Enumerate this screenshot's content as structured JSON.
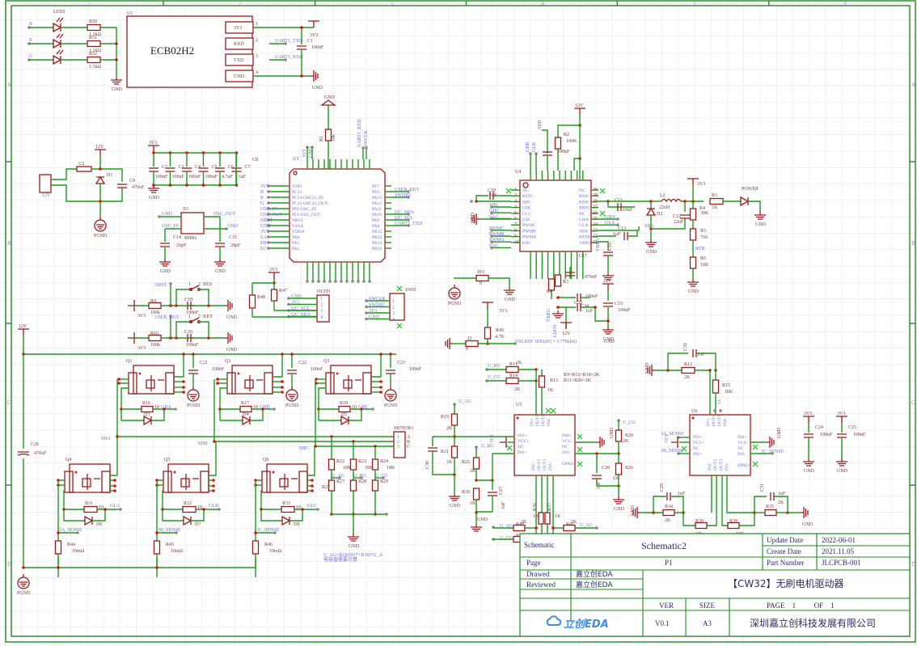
{
  "sheet": {
    "zones_top": [
      "1",
      "2",
      "3",
      "4",
      "5",
      "6"
    ],
    "zones_side": [
      "A",
      "B",
      "C",
      "D"
    ]
  },
  "title_block": {
    "schematic_label": "Schematic",
    "schematic_name": "Schematic2",
    "update_date_label": "Update Date",
    "update_date": "2022-06-01",
    "create_date_label": "Create Date",
    "create_date": "2021.11.05",
    "part_number_label": "Part Number",
    "part_number": "JLCPCB-001",
    "page_label": "Page",
    "page_value": "P1",
    "drawed_label": "Drawed",
    "drawed_value": "嘉立创EDA",
    "reviewed_label": "Reviewed",
    "reviewed_value": "嘉立创EDA",
    "project_title": "【CW32】无刷电机驱动器",
    "ver_label": "VER",
    "ver_value": "V0.1",
    "size_label": "SIZE",
    "size_value": "A3",
    "page_of": "PAGE    1          OF    1",
    "company": "深圳嘉立创科技发展有限公司",
    "logo_text": "立创EDA",
    "logo_icon": "cloud-icon"
  },
  "u1": {
    "ref": "U1",
    "name": "ECB02H2",
    "pins": [
      {
        "num": "1",
        "name": "3V3"
      },
      {
        "num": "2",
        "name": "RXD"
      },
      {
        "num": "3",
        "name": "TXD"
      },
      {
        "num": "4",
        "name": "GND"
      }
    ],
    "nets": [
      "UART1_TXD",
      "UART1_RXD"
    ],
    "c1": {
      "ref": "C1",
      "val": "100nF"
    },
    "pwr": "3V3",
    "gnd": "GND"
  },
  "leds": {
    "ref": "LED2",
    "nets": [
      "B",
      "R",
      "G"
    ],
    "res": [
      {
        "ref": "R50",
        "val": "1.1kΩ"
      },
      {
        "ref": "R51",
        "val": "1.1kΩ"
      },
      {
        "ref": "R52",
        "val": "1.1kΩ"
      }
    ],
    "gnd": "GND"
  },
  "power_in": {
    "conn": "12V",
    "fuse": "U2",
    "diode": "D1",
    "cap": {
      "ref": "C9",
      "val": "470uF"
    },
    "rail": "12V",
    "pgnd": "PGND"
  },
  "decoupling": {
    "rail": "3V3",
    "caps": [
      {
        "ref": "C2",
        "val": "100nF"
      },
      {
        "ref": "C3",
        "val": "100nF"
      },
      {
        "ref": "C4",
        "val": "100nF"
      },
      {
        "ref": "C5",
        "val": "100nF"
      },
      {
        "ref": "C6",
        "val": "4.7uF"
      },
      {
        "ref": "C7",
        "val": "1uF"
      }
    ],
    "extra": "C8",
    "gnd": "GND"
  },
  "crystal": {
    "ref": "X1",
    "val": "8MHz",
    "nets": [
      "GND",
      "OSC_IN",
      "OSC_OUT",
      "GND"
    ],
    "c14": {
      "ref": "C14",
      "val": "20pF"
    },
    "c15": {
      "ref": "C15",
      "val": "20pF"
    },
    "gnd": "GND"
  },
  "mcu": {
    "ref": "U3",
    "r1": {
      "ref": "R1",
      "val": "10k"
    },
    "gnd": "GND",
    "left_pins": [
      {
        "net": "3V3",
        "name": "VDD"
      },
      {
        "net": "B",
        "name": "PC13"
      },
      {
        "net": "R",
        "name": "PC14-OSC32_IN"
      },
      {
        "net": "G",
        "name": "PC15-OSC32_OUT"
      },
      {
        "net": "OSC_IN",
        "name": "PF0-OSC_IN"
      },
      {
        "net": "OSC_OUT",
        "name": "PF1-OSC_OUT"
      },
      {
        "net": "NRST",
        "name": "NRST"
      },
      {
        "net": "GND",
        "name": "VSSA"
      },
      {
        "net": "3V3",
        "name": "VDDA"
      },
      {
        "net": "EA",
        "name": "PA0"
      },
      {
        "net": "EB",
        "name": "PA1"
      },
      {
        "net": "EC",
        "name": "PA2"
      }
    ],
    "right_pins": [
      {
        "name": "PF7",
        "net": ""
      },
      {
        "name": "PF6",
        "net": "USER_KEY"
      },
      {
        "name": "PA13",
        "net": "SWDIO"
      },
      {
        "name": "PA12",
        "net": ""
      },
      {
        "name": "PA11",
        "net": ""
      },
      {
        "name": "PA10",
        "net": "I2C_SDA"
      },
      {
        "name": "PA9",
        "net": "I2C_SCL"
      },
      {
        "name": "PA8",
        "net": "UART1_TXD"
      },
      {
        "name": "PB15",
        "net": ""
      },
      {
        "name": "PB14",
        "net": ""
      },
      {
        "name": "PB13",
        "net": ""
      },
      {
        "name": "PB12",
        "net": ""
      }
    ],
    "top_nets": [
      "3V3",
      "GND",
      "UART1_RXD",
      "SWCLK"
    ]
  },
  "reset": {
    "net": "NRST",
    "sw": "RES",
    "r": {
      "ref": "R9",
      "val": "100k"
    },
    "c": {
      "ref": "C18",
      "val": "100nF"
    },
    "pwr": "3V3",
    "gnd": "GND"
  },
  "userkey": {
    "net": "USER_KEY",
    "sw": "KEY",
    "r": {
      "ref": "R10",
      "val": "100k"
    },
    "c": {
      "ref": "C20",
      "val": "100nF"
    },
    "pwr": "3V3",
    "gnd": "GND"
  },
  "oled": {
    "ref": "OLED",
    "r47": "R47",
    "r48": "R48",
    "pwr": "3V3",
    "pins": [
      "GND",
      "3V3",
      "I2C_SCL",
      "I2C_SDA"
    ]
  },
  "swd": {
    "ref": "SWD",
    "pins": [
      "SWCLK",
      "SWDIO",
      "3V3",
      "GND"
    ]
  },
  "driver": {
    "ref": "U4",
    "r2": {
      "ref": "R2",
      "val": "100K"
    },
    "rail": "12V",
    "cap_top": "100nF",
    "left_pins": [
      {
        "n": "1",
        "name": "NC"
      },
      {
        "n": "2",
        "name": "BSTC"
      },
      {
        "n": "3",
        "name": "SHC"
      },
      {
        "n": "4",
        "name": "GHC"
      },
      {
        "n": "5",
        "name": "GLC"
      },
      {
        "n": "6",
        "name": "LSS"
      },
      {
        "n": "7",
        "name": "PWMC"
      },
      {
        "n": "8",
        "name": "PWMB"
      },
      {
        "n": "9",
        "name": "PWMA"
      },
      {
        "n": "10",
        "name": "ENC"
      }
    ],
    "left_nets": [
      "SHC",
      "GHC",
      "GLC",
      "",
      "PWMC",
      "PWMB",
      "PWMA",
      "ENC"
    ],
    "right_pins": [
      {
        "n": "30",
        "name": "NC"
      },
      {
        "n": "29",
        "name": "BSW"
      },
      {
        "n": "28",
        "name": "BSW"
      },
      {
        "n": "27",
        "name": "RBST"
      },
      {
        "n": "26",
        "name": "NC"
      },
      {
        "n": "25",
        "name": "GHA"
      },
      {
        "n": "24",
        "name": "GLA"
      },
      {
        "n": "23",
        "name": "SHA"
      },
      {
        "n": "22",
        "name": "BSTA"
      },
      {
        "n": "21",
        "name": "VREG"
      }
    ],
    "right_nets": [
      "GHA",
      "GLA"
    ],
    "c10": {
      "ref": "C10",
      "val": "1uF"
    },
    "c11": {
      "ref": "C11",
      "val": "10uF"
    },
    "c13": {
      "ref": "C13",
      "val": "1uF"
    },
    "c16": "C16",
    "c17": {
      "ref": "C17",
      "val": "470nF"
    },
    "c33": {
      "ref": "C33",
      "val": "100nF"
    },
    "c34": {
      "ref": "C34",
      "val": "1uF"
    },
    "c19": {
      "ref": "C19",
      "val": "100nF"
    },
    "r7": "R7",
    "r8": "R8",
    "vreg": "VREG",
    "nsleep": "NSLEEP",
    "formula": "tDE(nS) = 3.7*R(k0)",
    "top_nets": [
      "GHB",
      "GLB",
      "SHB"
    ]
  },
  "buck": {
    "l2": {
      "ref": "L2",
      "val": "22uH"
    },
    "d2": "D2",
    "c12": {
      "ref": "C12",
      "val": "22uF"
    },
    "r3": {
      "ref": "R3",
      "val": "1K"
    },
    "r4": {
      "ref": "R4",
      "val": "30K"
    },
    "r5": {
      "ref": "R5",
      "val": "750"
    },
    "r6": {
      "ref": "R6",
      "val": "10K"
    },
    "led": "POWER",
    "rail": "3V3",
    "fb": "RFB",
    "net": "SHA"
  },
  "misc": {
    "jd1": {
      "ref": "JD1",
      "val": "0"
    },
    "j2": {
      "ref": "J2",
      "val": "0"
    },
    "r49": {
      "ref": "R49",
      "val": "4.7K"
    },
    "pgnd": "PGND",
    "gnd": "GND"
  },
  "half_bridges": {
    "high": [
      {
        "ref": "Q1",
        "r": "R16",
        "d": "D3",
        "val": "10",
        "gate": "GHA",
        "c": {
          "ref": "C21",
          "val": "100nF"
        }
      },
      {
        "ref": "Q2",
        "r": "R17",
        "d": "D4",
        "val": "10",
        "gate": "GHB",
        "c": {
          "ref": "C22",
          "val": "100nF"
        }
      },
      {
        "ref": "Q3",
        "r": "R18",
        "d": "D5",
        "val": "10",
        "gate": "GHC",
        "c": {
          "ref": "C23",
          "val": "100nF"
        }
      }
    ],
    "low": [
      {
        "ref": "Q4",
        "r": "R31",
        "d": "D6",
        "val": "10",
        "gate": "GLA",
        "sense": "IA_SENSE",
        "rs": {
          "ref": "R44",
          "val": "10mΩ"
        }
      },
      {
        "ref": "Q5",
        "r": "R32",
        "d": "D7",
        "val": "10",
        "gate": "GLB",
        "sense": "IB_SENSE",
        "rs": {
          "ref": "R45",
          "val": "10mΩ"
        }
      },
      {
        "ref": "Q6",
        "r": "R33",
        "d": "D8",
        "val": "10",
        "gate": "GLC",
        "sense": "IC_SENSE",
        "rs": {
          "ref": "R46",
          "val": "10mΩ"
        }
      }
    ],
    "phases": [
      "SHA",
      "SHB",
      "SHC"
    ],
    "rail": "12V",
    "c26": {
      "ref": "C26",
      "val": "470uF"
    },
    "pgnd": "PGND"
  },
  "motor": {
    "ref": "MOTOR1",
    "pins": [
      "1",
      "2",
      "3"
    ],
    "names": [
      "A",
      "B",
      "C"
    ],
    "div_top": [
      {
        "ref": "R22",
        "val": "18K"
      },
      {
        "ref": "R23",
        "val": "18K"
      },
      {
        "ref": "R24",
        "val": "18K"
      }
    ],
    "div_bot": [
      {
        "ref": "R27",
        "val": "2K"
      },
      {
        "ref": "R28",
        "val": "2K"
      },
      {
        "ref": "R29",
        "val": "2K"
      }
    ],
    "nets": [
      "U_AG",
      "U_BG",
      "U_CG"
    ],
    "note1": "U_AG=R18/(R17+R18)*U_A",
    "note2": "电容值需要计算",
    "gnd": "GND"
  },
  "opamp1": {
    "ref": "U5",
    "r11": {
      "ref": "R11",
      "val": "2K"
    },
    "r14": {
      "ref": "R14",
      "val": "2K"
    },
    "r13": {
      "ref": "R13",
      "val": "1K"
    },
    "note1": "R9=R12=R18=2K",
    "note2": "R11=R20=1K",
    "nets_in": [
      "U_BG",
      "U_CG"
    ],
    "left_pins": [
      "IN1+",
      "VCC+",
      "NC",
      "IN2+"
    ],
    "right_pins": [
      "IN4+",
      "VCC-",
      "NC",
      "IN3-",
      "EPAD"
    ],
    "top_pins": [
      "IN1-",
      "OUT1",
      "OUT4",
      "IN4-"
    ],
    "bot_pins": [
      "IN2-",
      "OUT2",
      "OUT3",
      "IN3-"
    ],
    "r19": {
      "ref": "R19",
      "val": "2K"
    },
    "r21": {
      "ref": "R21",
      "val": "1K"
    },
    "c30": "C30",
    "r25": {
      "ref": "R25",
      "val": "2K"
    },
    "r30": {
      "ref": "R30",
      "val": "1K"
    },
    "c27": "C27",
    "r20": {
      "ref": "R20",
      "val": "2K"
    },
    "r26": {
      "ref": "R26",
      "val": "1K"
    },
    "c28": {
      "ref": "C28",
      "val": "1nF"
    },
    "r40": {
      "ref": "R40",
      "val": "2K"
    },
    "r41": {
      "ref": "R41",
      "val": "2K"
    },
    "r42": {
      "ref": "R42",
      "val": "2K"
    },
    "r43": {
      "ref": "R43",
      "val": "2K"
    },
    "r36": "R36",
    "r37": "R37",
    "nets": [
      "U_AG",
      "U_CG",
      "U_AG",
      "U_BG",
      "U_CG"
    ]
  },
  "opamp2": {
    "ref": "U6",
    "r12": {
      "ref": "R12",
      "val": "2K"
    },
    "r15": {
      "ref": "R15",
      "val": "18K"
    },
    "c32": {
      "ref": "C32",
      "val": "1nF"
    },
    "left_nets": [
      "IA_SENSE",
      "IB_SENSE"
    ],
    "right_net": "IC_SENSE",
    "c29": {
      "ref": "C29",
      "val": "1nF"
    },
    "c31": {
      "ref": "C31",
      "val": "1nF"
    },
    "r34": {
      "ref": "R34",
      "val": "2K"
    },
    "r35": {
      "ref": "R35",
      "val": "2K"
    },
    "r38": {
      "ref": "R38",
      "val": "18k"
    },
    "r39": {
      "ref": "R39",
      "val": "18K"
    },
    "out": "IA"
  },
  "decoupling2": {
    "caps": [
      {
        "ref": "C24",
        "val": "100nF"
      },
      {
        "ref": "C25",
        "val": "100nF"
      }
    ],
    "rail": "3V3",
    "gnd": "GND"
  }
}
